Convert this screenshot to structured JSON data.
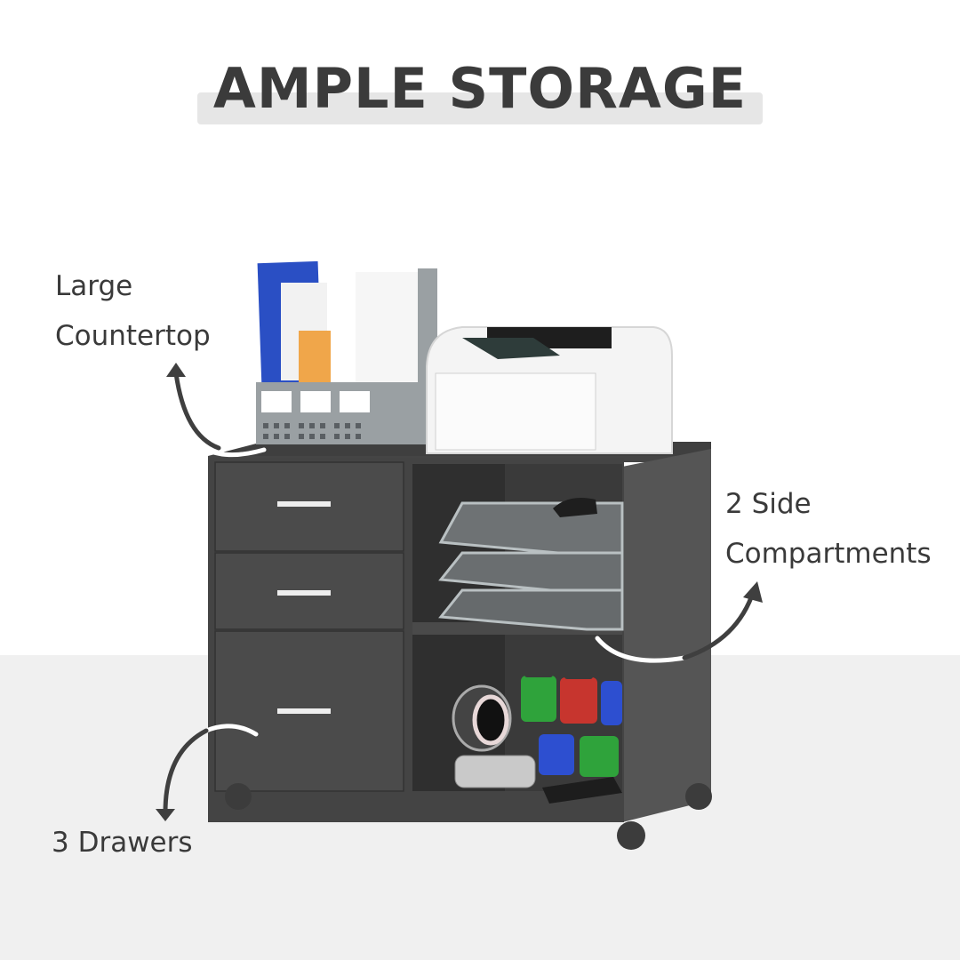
{
  "header": {
    "title": "AMPLE STORAGE"
  },
  "callouts": [
    {
      "id": "countertop",
      "lines": [
        "Large",
        "Countertop"
      ]
    },
    {
      "id": "side-compartments",
      "lines": [
        "2 Side",
        "Compartments"
      ]
    },
    {
      "id": "drawers",
      "lines": [
        "3 Drawers"
      ]
    }
  ],
  "product": {
    "name": "mobile filing cabinet",
    "drawer_count": 3,
    "compartment_count": 2,
    "items_on_top": [
      "magazine file holder",
      "laser printer"
    ],
    "items_in_compartments": [
      "stacked letter trays",
      "stapler",
      "tape rolls",
      "paint jars",
      "calculator"
    ]
  },
  "colors": {
    "cabinet": "#4a4a4a",
    "cabinet_side": "#555555",
    "interior": "#2f2f2f",
    "text": "#3a3a3a",
    "title_bar": "#e6e6e6",
    "floor": "#f0f0f0"
  }
}
